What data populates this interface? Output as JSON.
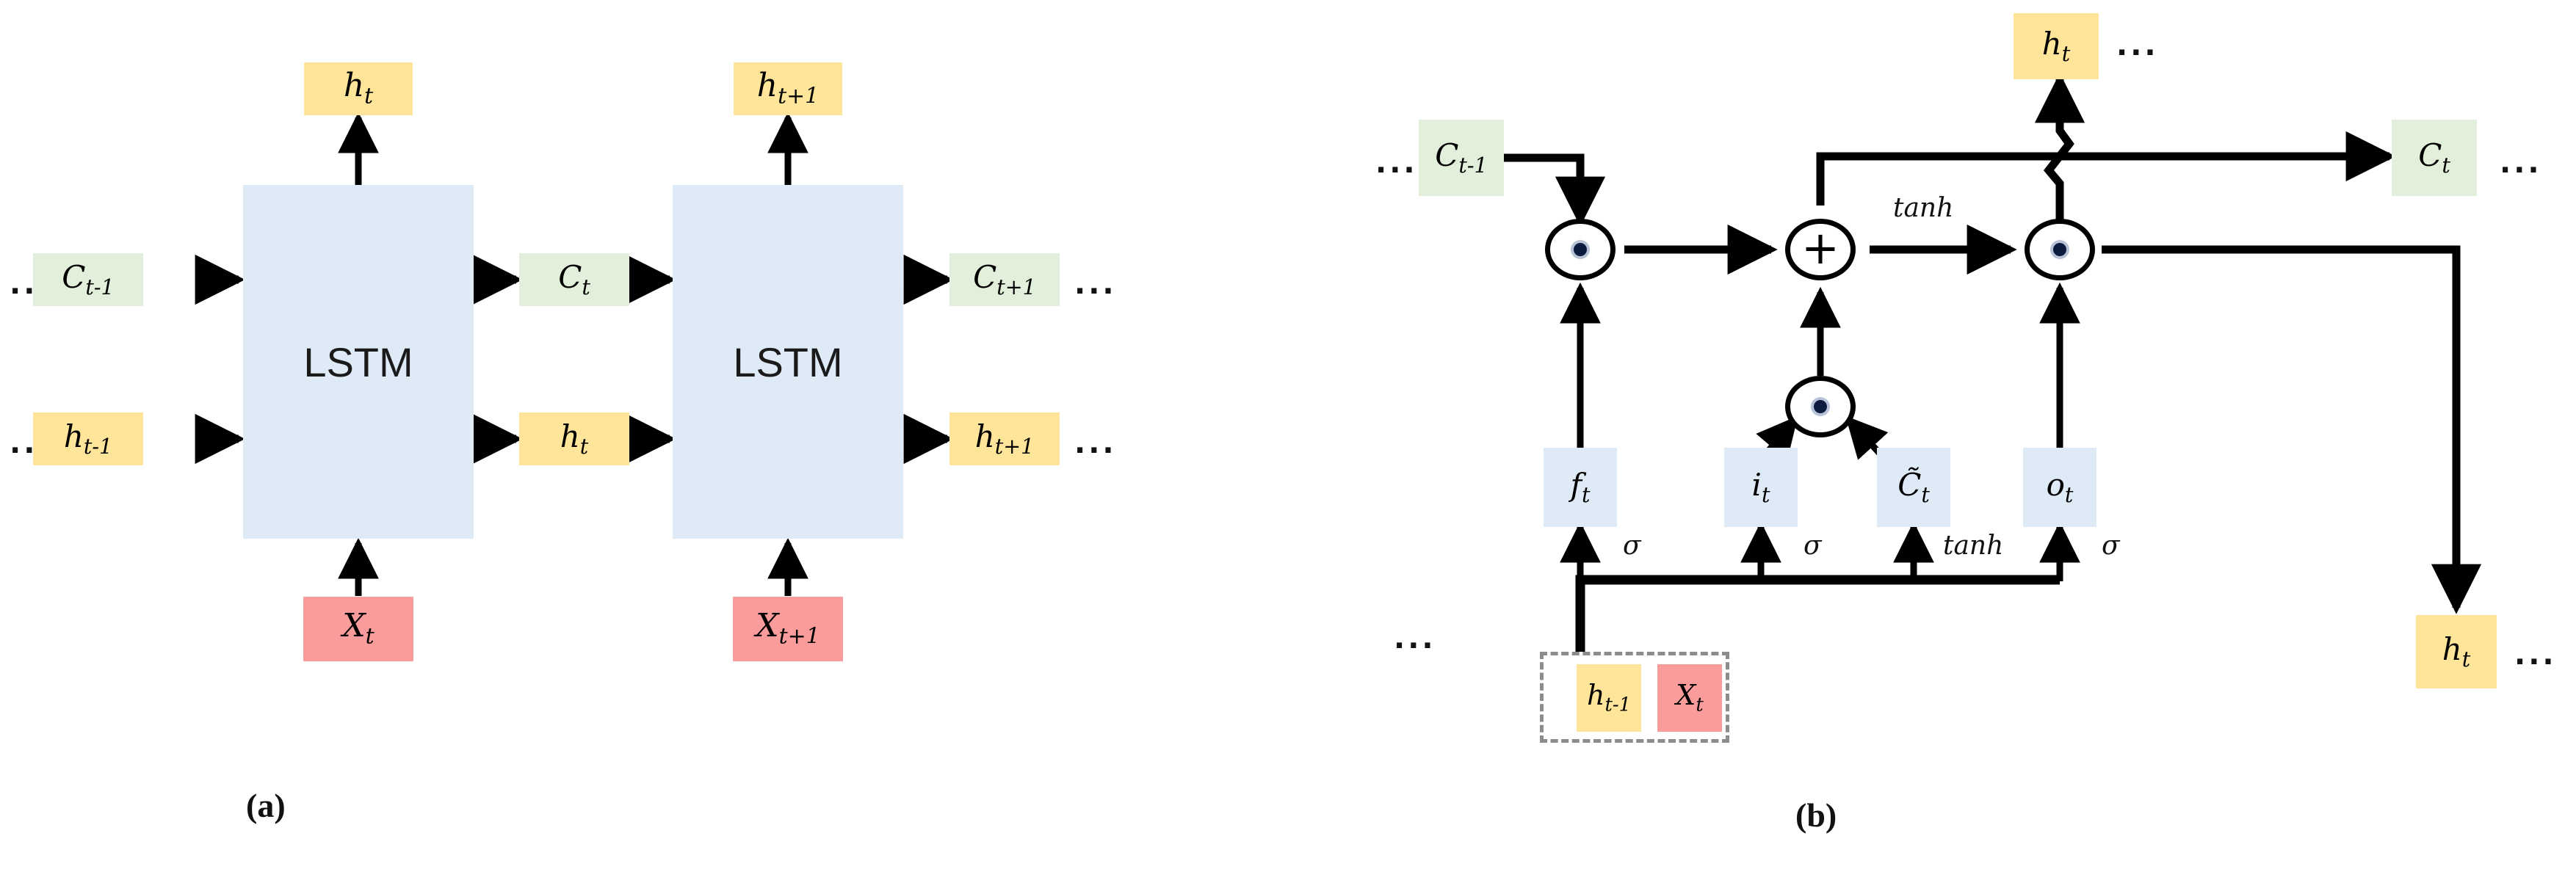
{
  "figure": {
    "type": "diagram",
    "subject": "LSTM architecture",
    "panels": [
      {
        "id": "a",
        "caption": "(a)",
        "title": "Unrolled LSTM chain"
      },
      {
        "id": "b",
        "caption": "(b)",
        "title": "LSTM cell internals"
      }
    ]
  },
  "colors": {
    "cell_state_green": "#e2efda",
    "hidden_state_yellow": "#ffe599",
    "input_red": "#fa9c9c",
    "gate_blue": "#deeaf6",
    "lstm_block_blue": "#deeaf6",
    "arrow_black": "#000000",
    "dashed_gray": "#8c8c8c"
  },
  "panel_a": {
    "caption": "(a)",
    "block_label": "LSTM",
    "ellipsis": "...",
    "nodes": {
      "h_out_t": {
        "base": "h",
        "sub": "t"
      },
      "h_out_t1": {
        "base": "h",
        "sub": "t+1"
      },
      "c_in": {
        "base": "C",
        "sub": "t-1"
      },
      "c_mid": {
        "base": "C",
        "sub": "t"
      },
      "c_out": {
        "base": "C",
        "sub": "t+1"
      },
      "h_in": {
        "base": "h",
        "sub": "t-1"
      },
      "h_mid": {
        "base": "h",
        "sub": "t"
      },
      "h_right": {
        "base": "h",
        "sub": "t+1"
      },
      "x_t": {
        "base": "X",
        "sub": "t"
      },
      "x_t1": {
        "base": "X",
        "sub": "t+1"
      }
    }
  },
  "panel_b": {
    "caption": "(b)",
    "ellipsis": "...",
    "nodes": {
      "c_prev": {
        "base": "C",
        "sub": "t-1"
      },
      "c_next": {
        "base": "C",
        "sub": "t"
      },
      "h_top": {
        "base": "h",
        "sub": "t"
      },
      "h_bottom": {
        "base": "h",
        "sub": "t"
      },
      "h_prev": {
        "base": "h",
        "sub": "t-1"
      },
      "x_t": {
        "base": "X",
        "sub": "t"
      },
      "gate_f": {
        "base": "f",
        "sub": "t"
      },
      "gate_i": {
        "base": "i",
        "sub": "t"
      },
      "gate_c": {
        "base": "C̃",
        "sub": "t"
      },
      "gate_o": {
        "base": "o",
        "sub": "t"
      }
    },
    "operators": {
      "mul_forget": "⊙",
      "add": "+",
      "mul_input": "⊙",
      "mul_output": "⊙"
    },
    "activations": {
      "tanh_cell": "tanh",
      "sigma_f": "σ",
      "sigma_i": "σ",
      "tanh_c": "tanh",
      "sigma_o": "σ"
    }
  }
}
